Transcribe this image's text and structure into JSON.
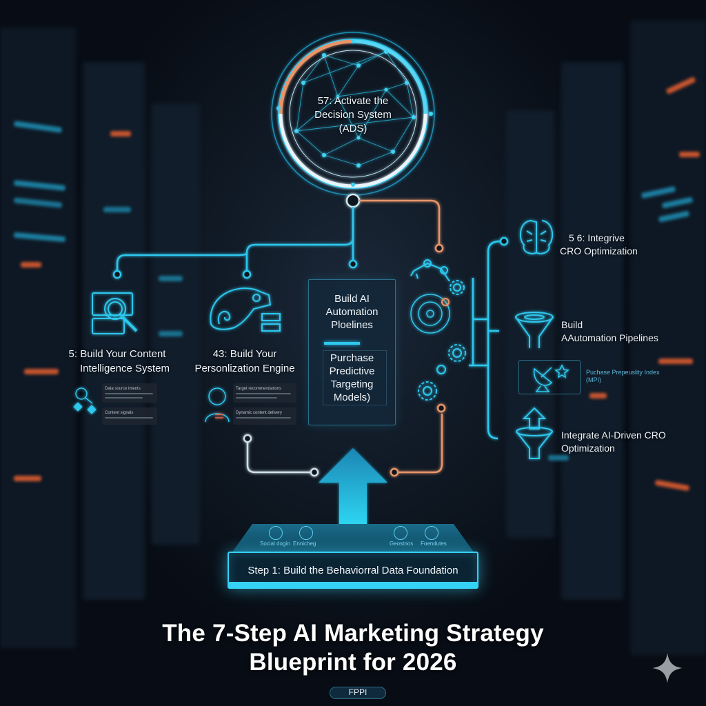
{
  "title": {
    "line1": "The 7-Step AI Marketing Strategy",
    "line2": "Blueprint for 2026"
  },
  "colors": {
    "cyan": "#2ec8ee",
    "orange": "#e8956a",
    "background": "#0b121c",
    "text": "#eef3f8"
  },
  "hub": {
    "label_line1": "57: Activate the",
    "label_line2": "Decision System",
    "label_line3": "(ADS)",
    "icon": "network-globe-icon"
  },
  "left_steps": [
    {
      "label_line1": "5: Build Your Content",
      "label_line2": "Intelligence System",
      "icon": "document-search-icon",
      "panel_titles": [
        "Data source intents",
        "Content signals"
      ]
    },
    {
      "label_line1": "43: Build Your",
      "label_line2": "Personlization Engine",
      "icon": "chameleon-icon",
      "panel_titles": [
        "Target recommendations",
        "Dynamic content delivery"
      ]
    }
  ],
  "center_card": {
    "top_line1": "Build AI",
    "top_line2": "Automation",
    "top_line3": "Ploelines",
    "bottom_line1": "Purchase",
    "bottom_line2": "Predictive",
    "bottom_line3": "Targeting",
    "bottom_line4": "Models)",
    "pill": "FPPI"
  },
  "right_steps": [
    {
      "label_line1": "5 6: Integrive",
      "label_line2": "CRO Optimization",
      "icon": "brain-icon"
    },
    {
      "label_line1": "Build",
      "label_line2": "AAutomation Pipelines",
      "icon": "funnel-icon"
    },
    {
      "label_line1": "Puchase Prepeuslity Index",
      "label_line2": "(MPI)",
      "icon": "satellite-dish-icon"
    },
    {
      "label_line1": "Integrate AI-Driven CRO",
      "label_line2": "Optimization",
      "icon": "funnel-arrow-up-icon"
    }
  ],
  "foundation": {
    "label": "Step 1: Build the Behaviorral Data Foundation",
    "items": [
      {
        "label": "Social dogin",
        "icon": "chat-icon"
      },
      {
        "label": "Ennicheg",
        "icon": "pin-icon"
      },
      {
        "label": "Geostnos",
        "icon": "screen-icon"
      },
      {
        "label": "Foendutes",
        "icon": "chart-person-icon"
      }
    ]
  },
  "corner_icon": "sparkle-icon"
}
